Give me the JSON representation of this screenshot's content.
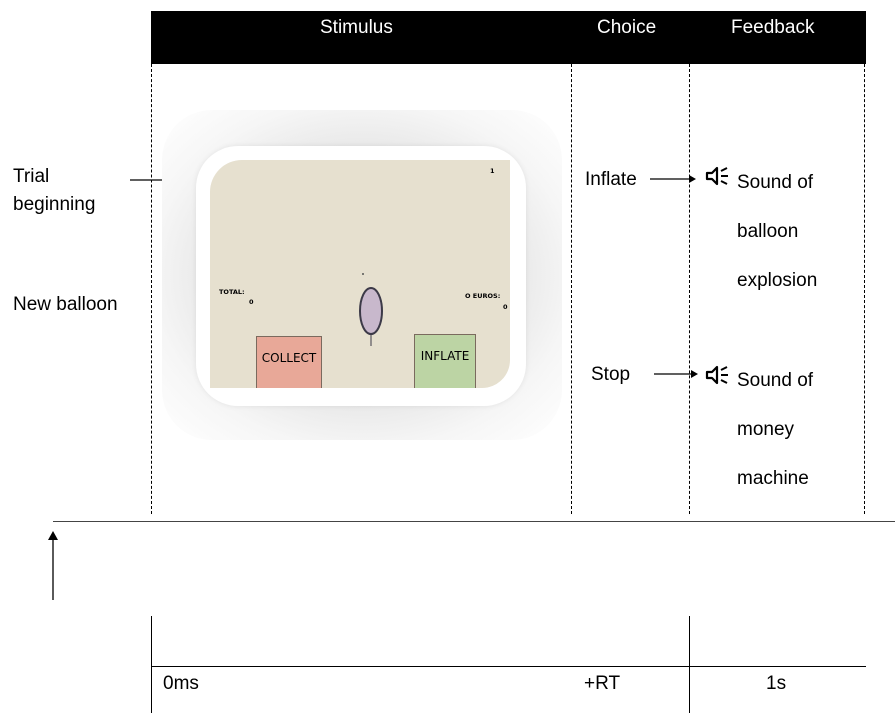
{
  "header": {
    "stimulus": "Stimulus",
    "choice": "Choice",
    "feedback": "Feedback"
  },
  "left_labels": {
    "trial_beginning": "Trial beginning",
    "trial_line1": "Trial",
    "trial_line2": "beginning",
    "new_balloon": "New balloon"
  },
  "game_screen": {
    "trial_number": "1",
    "total_label": "TOTAL:",
    "total_value": "0",
    "euros_label": "O EUROS:",
    "euros_value": "0",
    "collect_label": "COLLECT",
    "inflate_label": "INFLATE",
    "colors": {
      "background": "#e6e0cf",
      "collect": "#e8a898",
      "inflate": "#bcd4a4",
      "balloon": "#c8b8cc"
    }
  },
  "choices": {
    "inflate": "Inflate",
    "stop": "Stop"
  },
  "feedback": {
    "inflate_lines": [
      "Sound of",
      "balloon",
      "explosion"
    ],
    "stop_lines": [
      "Sound of",
      "money",
      "machine"
    ],
    "icon": "speaker-sound-icon"
  },
  "timeline": {
    "start": "0ms",
    "rt": "+RT",
    "end": "1s"
  }
}
